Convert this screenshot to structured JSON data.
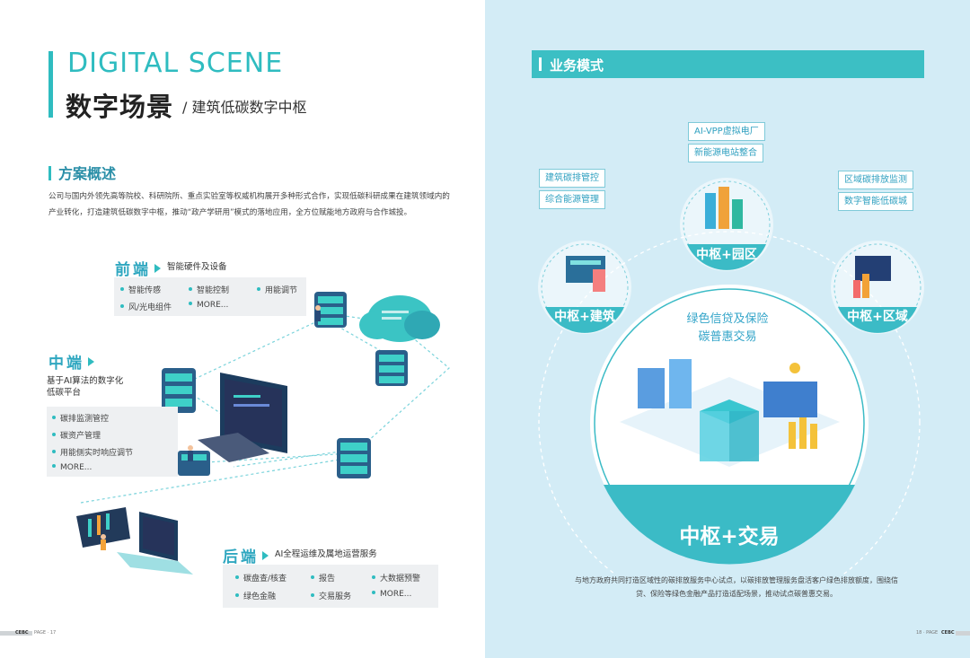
{
  "left": {
    "header_en": "DIGITAL SCENE",
    "header_zh": "数字场景",
    "header_sub": "/ 建筑低碳数字中枢",
    "section_title": "方案概述",
    "intro": "公司与国内外领先高等院校、科研院所、重点实验室等权威机构展开多种形式合作，实现低碳科研成果在建筑领域内的产业转化，打造建筑低碳数字中枢，推动“政产学研用”模式的落地应用，全方位赋能地方政府与合作城投。",
    "front": {
      "title": "前端",
      "desc": "智能硬件及设备",
      "items": [
        "智能传感",
        "智能控制",
        "用能调节",
        "风/光电组件",
        "MORE..."
      ]
    },
    "middle": {
      "title": "中端",
      "desc": "基于AI算法的数字化低碳平台",
      "items": [
        "碳排监测管控",
        "碳资产管理",
        "用能侧实时响应调节",
        "MORE..."
      ]
    },
    "back": {
      "title": "后端",
      "desc": "AI全程运维及属地运营服务",
      "items": [
        "碳盘查/核查",
        "报告",
        "大数据预警",
        "绿色金融",
        "交易服务",
        "MORE..."
      ]
    },
    "footer_logo": "CEBC",
    "footer_page": "PAGE · 17"
  },
  "right": {
    "biz_title": "业务模式",
    "tags": {
      "vpp": "AI-VPP虚拟电厂",
      "new_energy": "新能源电站整合",
      "build_ctrl": "建筑碳排管控",
      "energy_mgmt": "综合能源管理",
      "region_monitor": "区域碳排放监测",
      "digital_city": "数字智能低碳城"
    },
    "nodes": {
      "park": "中枢+园区",
      "building": "中枢+建筑",
      "region": "中枢+区域",
      "trade": "中枢+交易"
    },
    "center_line1": "绿色信贷及保险",
    "center_line2": "碳普惠交易",
    "bottom_text": "与地方政府共同打造区域性的碳排放服务中心试点，以碳排放管理服务盘活客户绿色排放额度，围绕信贷、保险等绿色金融产品打造适配场景，推动试点碳普惠交易。",
    "footer_page": "18 · PAGE",
    "footer_logo": "CEBC"
  },
  "colors": {
    "accent": "#2fbcc0",
    "right_bg": "#d3ecf6",
    "circle": "#3bbbc6"
  }
}
